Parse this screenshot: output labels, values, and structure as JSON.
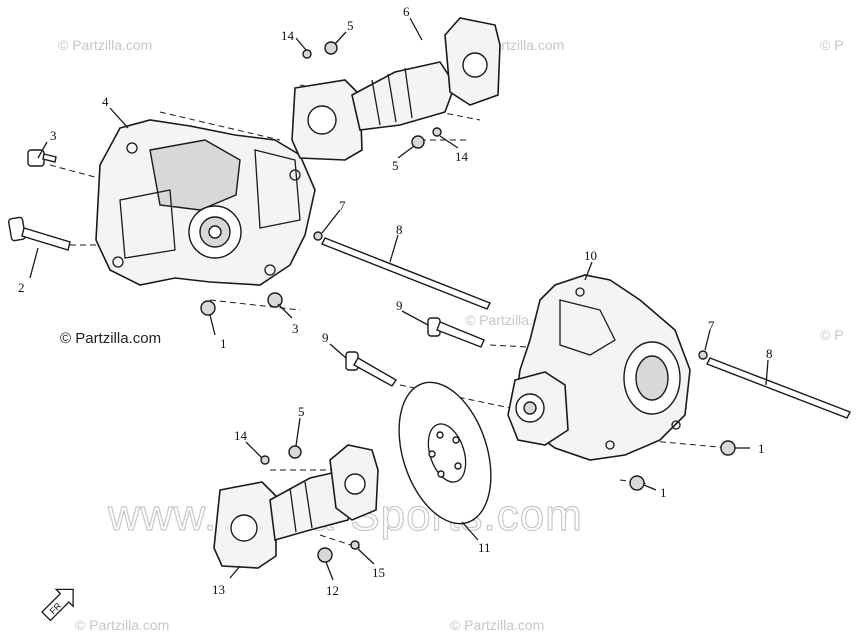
{
  "watermarks": {
    "top_left": "© Partzilla.com",
    "top_mid": "© Partzilla.com",
    "top_right": "© P",
    "mid_left": "© Partzilla.com",
    "mid_center": "© Partzilla.com",
    "mid_right": "© P",
    "bottom_center": "© Partzilla.com",
    "bottom_left": "© Partzilla.com",
    "big": "www.Alpha-Sports.com"
  },
  "callouts": {
    "c1a": "1",
    "c1b": "1",
    "c1c": "1",
    "c2": "2",
    "c3a": "3",
    "c3b": "3",
    "c4": "4",
    "c5a": "5",
    "c5b": "5",
    "c5c": "5",
    "c6": "6",
    "c7a": "7",
    "c7b": "7",
    "c8a": "8",
    "c8b": "8",
    "c9a": "9",
    "c9b": "9",
    "c10": "10",
    "c11": "11",
    "c12": "12",
    "c13": "13",
    "c14a": "14",
    "c14b": "14",
    "c14c": "14",
    "c15": "15"
  },
  "direction_marker": "FR"
}
